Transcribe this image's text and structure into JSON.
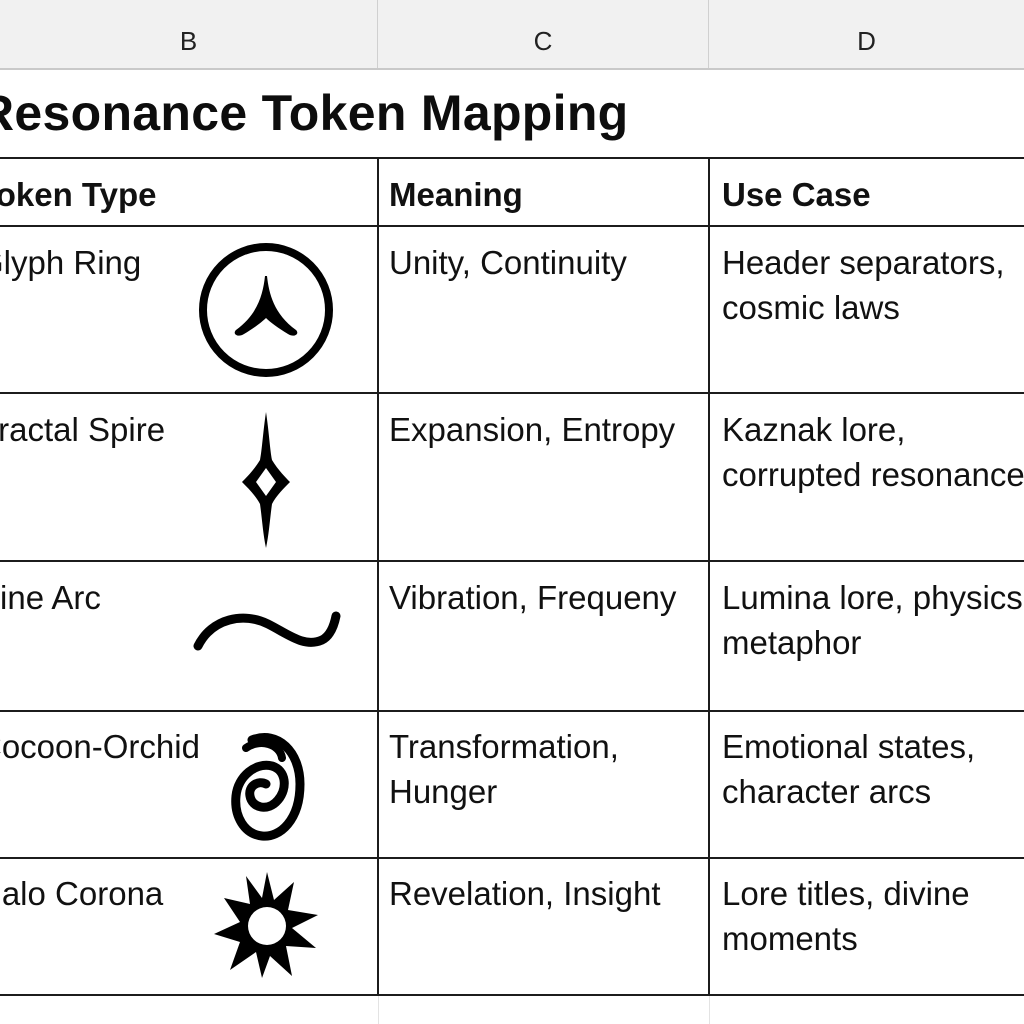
{
  "columns": {
    "b": "B",
    "c": "C",
    "d": "D"
  },
  "title": "Resonance Token Mapping",
  "table": {
    "headers": [
      "Token Type",
      "Meaning",
      "Use Case"
    ],
    "rows": [
      {
        "token": "Glyph Ring",
        "icon": "circle-trident-icon",
        "meaning_lines": [
          "Unity, Continuity"
        ],
        "use_lines": [
          "Header separators,",
          "cosmic laws"
        ]
      },
      {
        "token": "Fractal Spire",
        "icon": "spire-diamond-icon",
        "meaning_lines": [
          "Expansion, Entropy"
        ],
        "use_lines": [
          "Kaznak lore,",
          "corrupted resonance"
        ]
      },
      {
        "token": "Sine Arc",
        "icon": "wave-icon",
        "meaning_lines": [
          "Vibration, Frequeny"
        ],
        "use_lines": [
          "Lumina lore, physics",
          "metaphor"
        ]
      },
      {
        "token": "Cocoon-Orchid",
        "icon": "spiral-loop-icon",
        "meaning_lines": [
          "Transformation,",
          "Hunger"
        ],
        "use_lines": [
          "Emotional states,",
          "character arcs"
        ]
      },
      {
        "token": "Halo Corona",
        "icon": "sun-star-icon",
        "meaning_lines": [
          "Revelation, Insight"
        ],
        "use_lines": [
          "Lore titles, divine",
          "moments"
        ]
      }
    ]
  }
}
